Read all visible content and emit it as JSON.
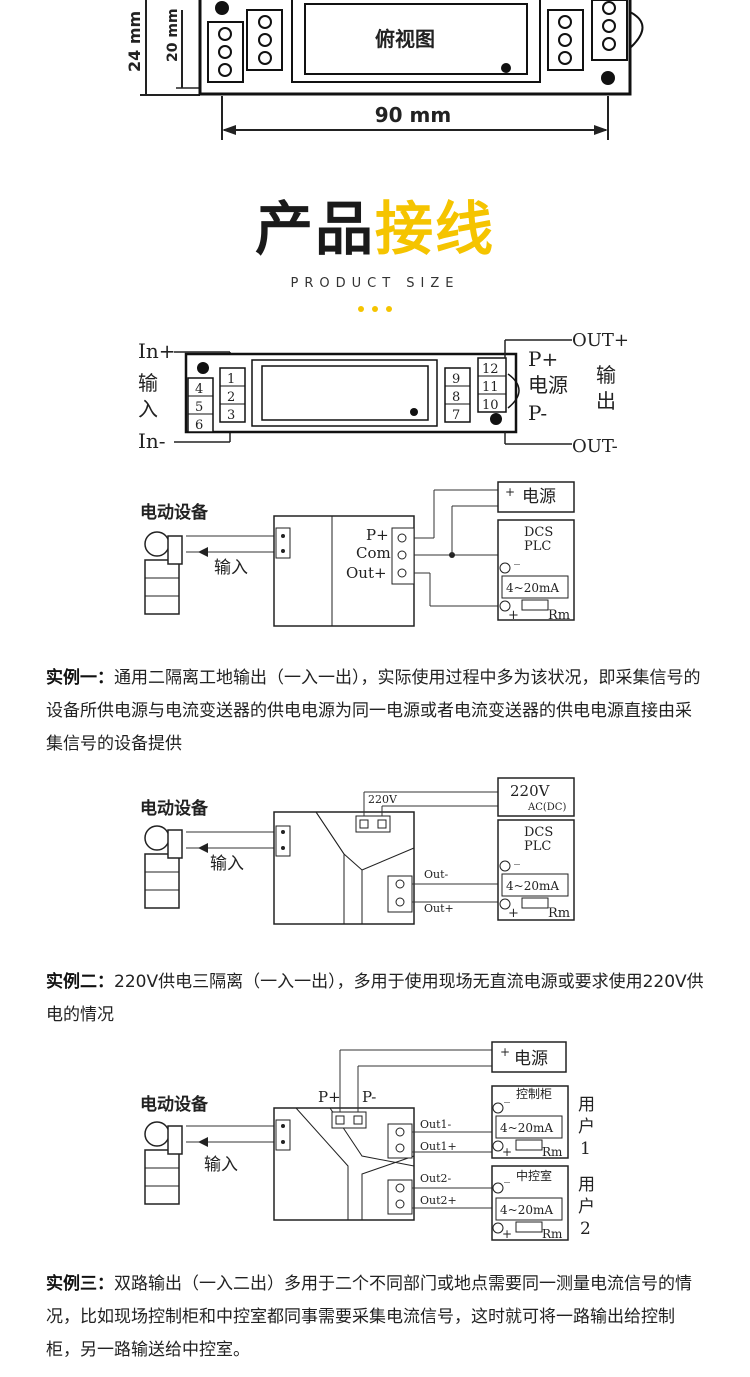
{
  "top_view": {
    "dim_24": "24 mm",
    "dim_20": "20 mm",
    "label": "俯视图",
    "width_dim": "90 mm"
  },
  "header": {
    "title_black": "产品",
    "title_yellow": "接线",
    "subtitle": "PRODUCT SIZE",
    "accent_color": "#f5c400"
  },
  "pinout": {
    "in_plus": "In+",
    "in_minus": "In-",
    "input_label": [
      "输",
      "入"
    ],
    "out_plus": "OUT+",
    "out_minus": "OUT-",
    "p_plus": "P+",
    "p_minus": "P-",
    "power": "电源",
    "output_label": [
      "输",
      "出"
    ],
    "left_outer": [
      "4",
      "5",
      "6"
    ],
    "left_inner": [
      "1",
      "2",
      "3"
    ],
    "right_inner": [
      "9",
      "8",
      "7"
    ],
    "right_outer": [
      "12",
      "11",
      "10"
    ]
  },
  "example1": {
    "device": "电动设备",
    "input": "输入",
    "p_plus": "P+",
    "com": "Com",
    "out_plus": "Out+",
    "power": "电源",
    "dcs": "DCS",
    "plc": "PLC",
    "range": "4~20mA",
    "rm": "Rm",
    "caption_bold": "实例一：",
    "caption": "通用二隔离工地输出（一入一出），实际使用过程中多为该状况，即采集信号的设备所供电源与电流变送器的供电电源为同一电源或者电流变送器的供电电源直接由采集信号的设备提供"
  },
  "example2": {
    "device": "电动设备",
    "input": "输入",
    "v220_small": "220V",
    "v220": "220V",
    "acdc": "AC(DC)",
    "dcs": "DCS",
    "plc": "PLC",
    "out_minus": "Out-",
    "out_plus": "Out+",
    "range": "4~20mA",
    "rm": "Rm",
    "caption_bold": "实例二：",
    "caption": "220V供电三隔离（一入一出），多用于使用现场无直流电源或要求使用220V供电的情况"
  },
  "example3": {
    "device": "电动设备",
    "input": "输入",
    "p_plus": "P+",
    "p_minus": "P-",
    "power": "电源",
    "out1_minus": "Out1-",
    "out1_plus": "Out1+",
    "out2_minus": "Out2-",
    "out2_plus": "Out2+",
    "box1": "控制柜",
    "box2": "中控室",
    "range": "4~20mA",
    "rm": "Rm",
    "user1": [
      "用",
      "户",
      "1"
    ],
    "user2": [
      "用",
      "户",
      "2"
    ],
    "caption_bold": "实例三：",
    "caption": "双路输出（一入二出）多用于二个不同部门或地点需要同一测量电流信号的情况，比如现场控制柜和中控室都同事需要采集电流信号，这时就可将一路输出给控制柜，另一路输送给中控室。"
  }
}
